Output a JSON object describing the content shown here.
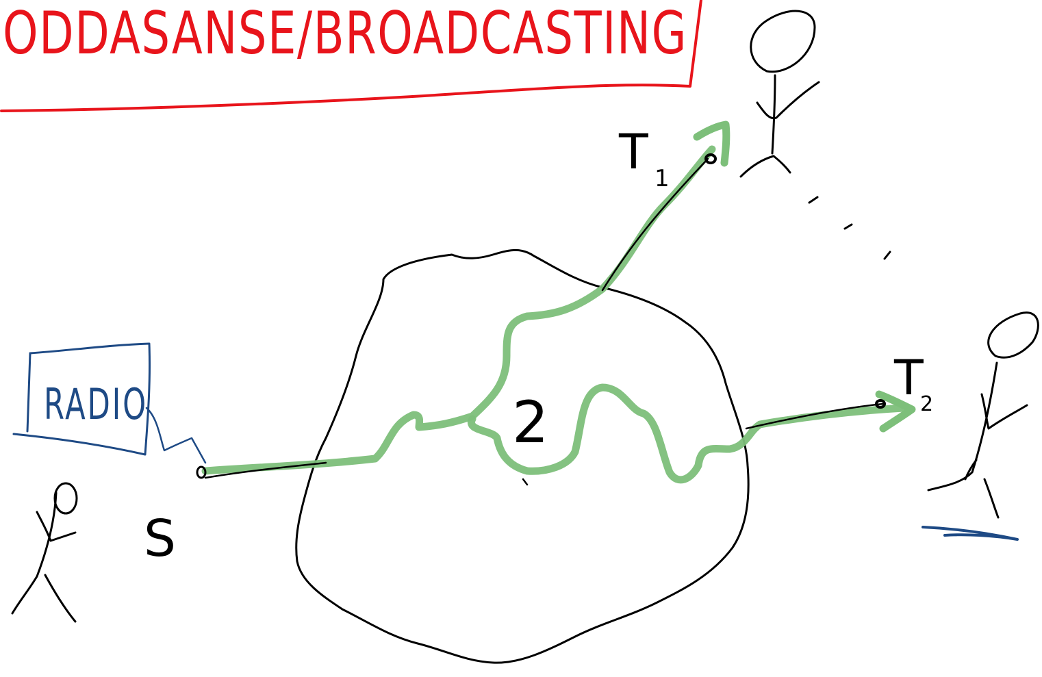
{
  "title": {
    "text": "ODDASANSE/BROADCASTING"
  },
  "source": {
    "device_label": "RADIO",
    "node_label": "S"
  },
  "network": {
    "label": "2"
  },
  "targets": [
    {
      "main": "T",
      "sub": "1"
    },
    {
      "main": "T",
      "sub": "2"
    }
  ],
  "colors": {
    "title": "#e8141b",
    "radio": "#1e4a85",
    "path": "#7dbf7a",
    "ink": "#000000"
  }
}
